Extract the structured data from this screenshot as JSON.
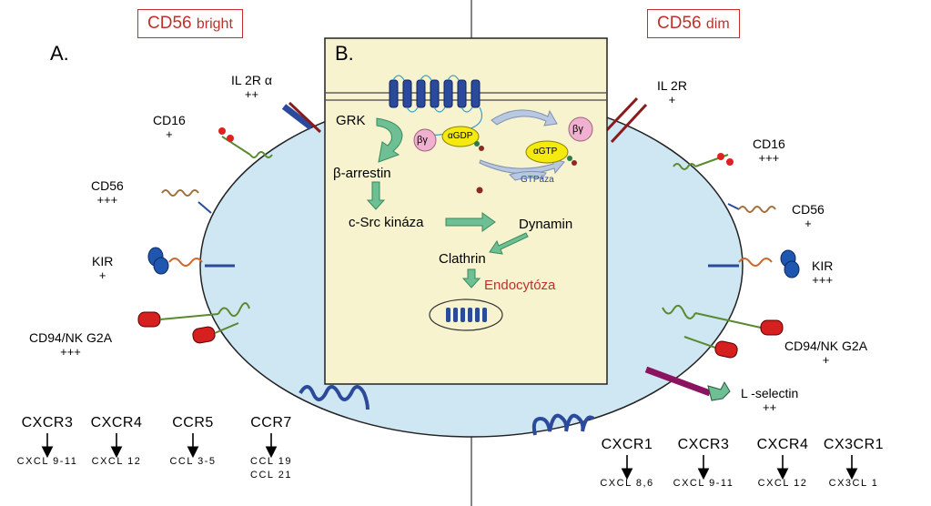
{
  "header": {
    "left_subset": {
      "main": "CD56",
      "sub": "bright"
    },
    "right_subset": {
      "main": "CD56",
      "sub": "dim"
    },
    "panel_a": "A.",
    "panel_b": "B."
  },
  "left_receptors": [
    {
      "name": "IL 2R α",
      "level": "++"
    },
    {
      "name": "CD16",
      "level": "+"
    },
    {
      "name": "CD56",
      "level": "+++"
    },
    {
      "name": "KIR",
      "level": "+"
    },
    {
      "name": "CD94/NK G2A",
      "level": "+++"
    }
  ],
  "right_receptors": [
    {
      "name": "IL 2R",
      "level": "+"
    },
    {
      "name": "CD16",
      "level": "+++"
    },
    {
      "name": "CD56",
      "level": "+"
    },
    {
      "name": "KIR",
      "level": "+++"
    },
    {
      "name": "CD94/NK G2A",
      "level": "+"
    },
    {
      "name": "L -selectin",
      "level": "++"
    }
  ],
  "left_chemokines": [
    {
      "receptor": "CXCR3",
      "ligands": "CXCL 9-11"
    },
    {
      "receptor": "CXCR4",
      "ligands": "CXCL 12"
    },
    {
      "receptor": "CCR5",
      "ligands": "CCL 3-5"
    },
    {
      "receptor": "CCR7",
      "ligands": "CCL 19\nCCL 21"
    }
  ],
  "right_chemokines": [
    {
      "receptor": "CXCR1",
      "ligands": "CXCL 8,6"
    },
    {
      "receptor": "CXCR3",
      "ligands": "CXCL 9-11"
    },
    {
      "receptor": "CXCR4",
      "ligands": "CXCL 12"
    },
    {
      "receptor": "CX3CR1",
      "ligands": "CX3CL 1"
    }
  ],
  "pathway": {
    "grk": "GRK",
    "beta_gamma": "βγ",
    "alpha_gdp": "αGDP",
    "alpha_gtp": "αGTP",
    "beta_gamma_2": "βγ",
    "gtpase": "GTPáza",
    "beta_arrestin": "β-arrestin",
    "c_src": "c-Src kináza",
    "dynamin": "Dynamin",
    "clathrin": "Clathrin",
    "endocytosis": "Endocytóza"
  },
  "colors": {
    "cell_fill": "#cfe6f3",
    "panel_fill": "#f7f3cf",
    "subset_red": "#c0302b",
    "arrow_green": "#6fbf94",
    "receptor_blue": "#2b4a9b",
    "endocytosis_red": "#c0302b"
  }
}
